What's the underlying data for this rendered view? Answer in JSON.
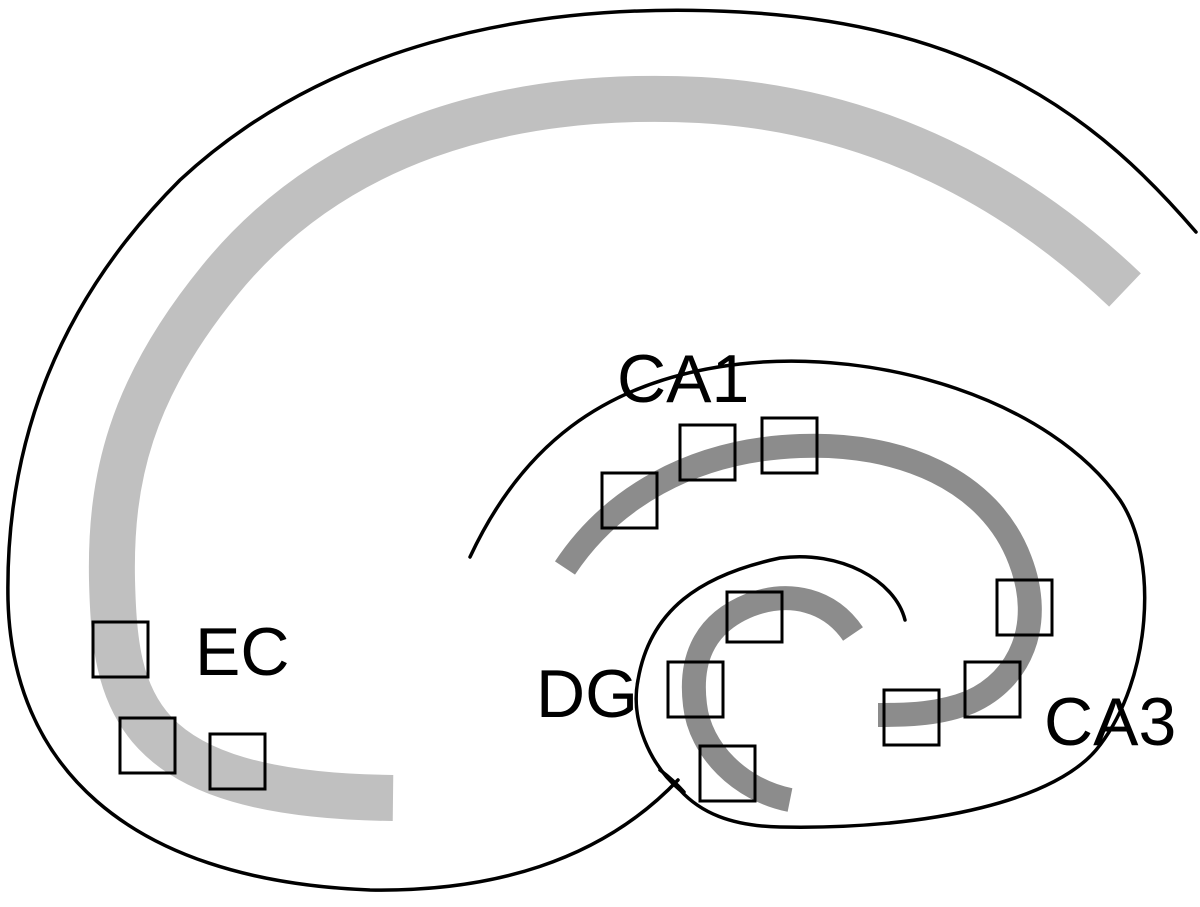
{
  "colors": {
    "outline": "#000000",
    "cortex_band": "#c0c0c0",
    "hippocampal_band": "#8c8c8c",
    "background": "#ffffff"
  },
  "labels": {
    "ec": "EC",
    "ca1": "CA1",
    "dg": "DG",
    "ca3": "CA3"
  },
  "regions": [
    {
      "name": "EC",
      "box_count": 3
    },
    {
      "name": "CA1",
      "box_count": 3
    },
    {
      "name": "DG",
      "box_count": 3
    },
    {
      "name": "CA3",
      "box_count": 3
    }
  ]
}
